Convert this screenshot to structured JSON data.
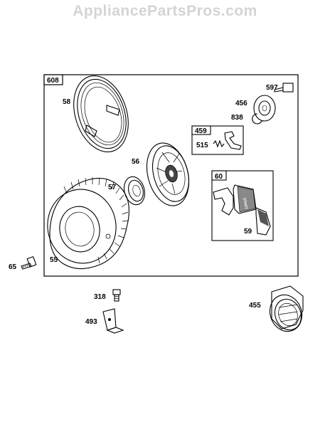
{
  "watermark": "AppliancePartsPros.com",
  "group_labels": {
    "assembly": "608",
    "pawl_kit": "459",
    "handle_kit": "60"
  },
  "part_labels": {
    "spring": "58",
    "screw_597": "597",
    "retainer": "456",
    "clip_838": "838",
    "pulley": "56",
    "spring_515": "515",
    "spring_57": "57",
    "housing": "55",
    "handle": "59",
    "bolt_65": "65",
    "screw_318": "318",
    "bracket_493": "493",
    "screen_455": "455"
  },
  "handle_text": "START"
}
